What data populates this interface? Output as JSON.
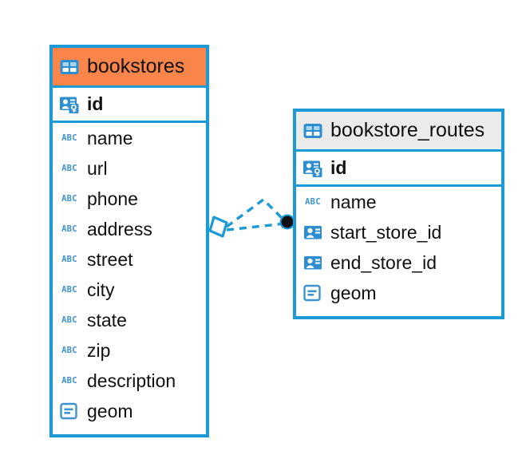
{
  "diagram": {
    "type": "entity-relationship-diagram",
    "background": "#ffffff",
    "accent_color": "#1b9ad6",
    "highlight_color": "#f9854a",
    "neutral_header_color": "#ebebeb",
    "text_color": "#111111"
  },
  "entities": [
    {
      "name": "bookstores",
      "header_style": "accent-orange",
      "table_icon": "table-icon",
      "fields": [
        {
          "name": "id",
          "icon": "primary-key-icon",
          "key": true
        },
        {
          "name": "name",
          "icon": "text-abc-icon",
          "key": false
        },
        {
          "name": "url",
          "icon": "text-abc-icon",
          "key": false
        },
        {
          "name": "phone",
          "icon": "text-abc-icon",
          "key": false
        },
        {
          "name": "address",
          "icon": "text-abc-icon",
          "key": false
        },
        {
          "name": "street",
          "icon": "text-abc-icon",
          "key": false
        },
        {
          "name": "city",
          "icon": "text-abc-icon",
          "key": false
        },
        {
          "name": "state",
          "icon": "text-abc-icon",
          "key": false
        },
        {
          "name": "zip",
          "icon": "text-abc-icon",
          "key": false
        },
        {
          "name": "description",
          "icon": "text-abc-icon",
          "key": false
        },
        {
          "name": "geom",
          "icon": "geometry-icon",
          "key": false
        }
      ]
    },
    {
      "name": "bookstore_routes",
      "header_style": "accent-grey",
      "table_icon": "table-icon",
      "fields": [
        {
          "name": "id",
          "icon": "primary-key-icon",
          "key": true
        },
        {
          "name": "name",
          "icon": "text-abc-icon",
          "key": false
        },
        {
          "name": "start_store_id",
          "icon": "foreign-key-icon",
          "key": false
        },
        {
          "name": "end_store_id",
          "icon": "foreign-key-icon",
          "key": false
        },
        {
          "name": "geom",
          "icon": "geometry-icon",
          "key": false
        }
      ]
    }
  ],
  "relationships": [
    {
      "from": "bookstores",
      "to": "bookstore_routes",
      "line_style": "dashed",
      "line_color": "#1b9ad6",
      "source_marker": "rhombus-marker",
      "target_marker": "filled-circle-marker"
    }
  ]
}
